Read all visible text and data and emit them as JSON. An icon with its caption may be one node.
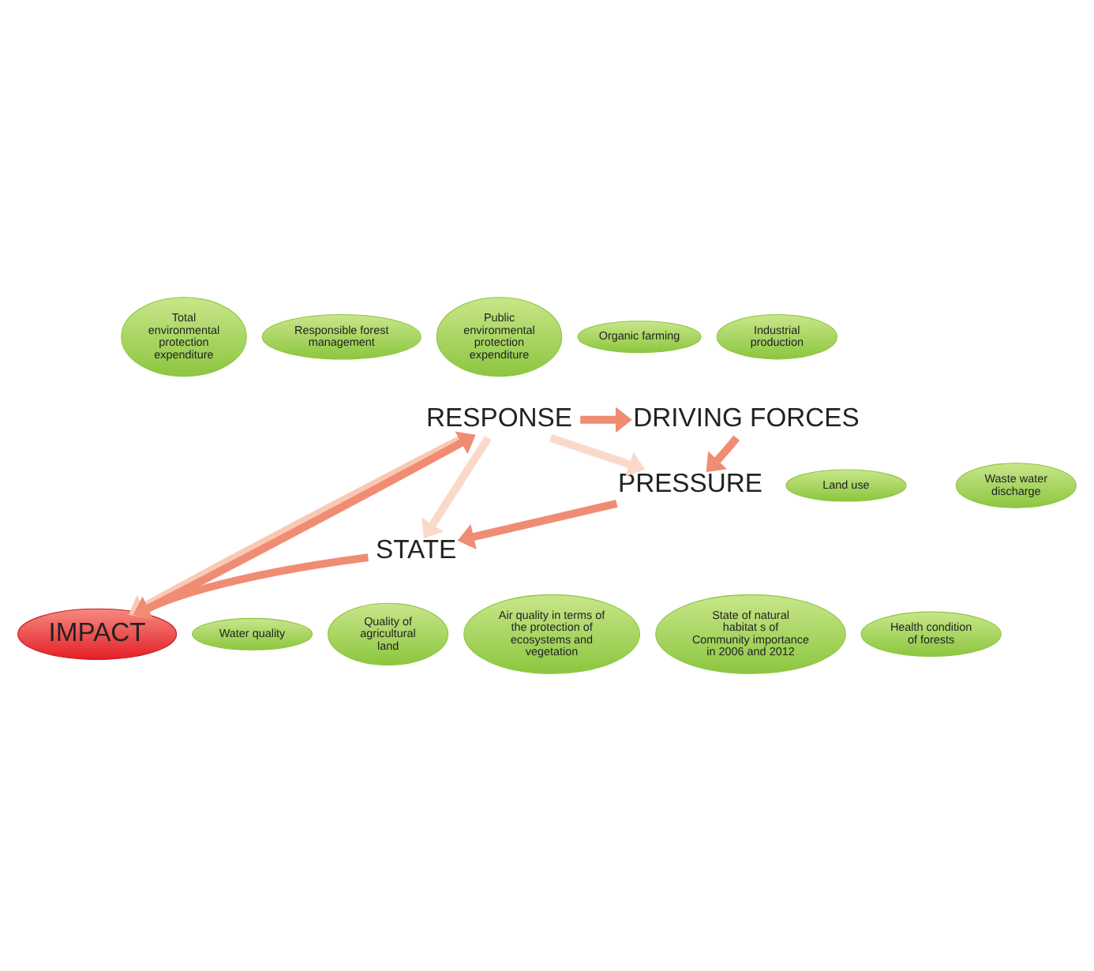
{
  "diagram": {
    "nodes": [
      {
        "text": [
          "Responsible forest management"
        ]
      },
      {
        "text": [
          "Public environmental protection expenditure"
        ]
      },
      {
        "text": [
          "Industrial production"
        ]
      },
      {
        "text": [
          "Organic farming"
        ]
      },
      {
        "text": [
          "Total environmental protection expenditure"
        ]
      },
      {
        "text": [
          "DRIVING FORCES"
        ]
      },
      {
        "text": [
          "RESPONSE"
        ]
      },
      {
        "text": [
          "Waste water discharge"
        ]
      },
      {
        "text": [
          "PRESSURE"
        ]
      },
      {
        "text": [
          "Land use"
        ]
      },
      {
        "text": [
          "Health condition of forests"
        ]
      },
      {
        "text": [
          "IMPACT"
        ]
      },
      {
        "text": [
          "State of natural habitat s of Community importance in 2006 and 2012"
        ]
      },
      {
        "text": [
          "STATE"
        ]
      },
      {
        "text": [
          "Air quality in terms of the protection of ecosystems and vegetation"
        ]
      },
      {
        "text": [
          "Water quality"
        ]
      },
      {
        "text": [
          "Quality of agricultural land"
        ]
      }
    ],
    "edges": [
      {
        "from": 6,
        "to": 5,
        "arrow": "to"
      },
      {
        "from": 5,
        "to": 8,
        "arrow": "to"
      },
      {
        "from": 8,
        "to": 13,
        "arrow": "to"
      },
      {
        "from": 13,
        "to": 11,
        "arrow": "to"
      },
      {
        "from": 11,
        "to": 6,
        "arrow": "to"
      },
      {
        "from": 6,
        "to": 11,
        "arrow": "to",
        "color": "#f9c9b4"
      },
      {
        "from": 6,
        "to": 8,
        "arrow": "to",
        "color": "#fbd9c9"
      },
      {
        "from": 6,
        "to": 13,
        "arrow": "to",
        "color": "#fbd9c9"
      }
    ]
  }
}
